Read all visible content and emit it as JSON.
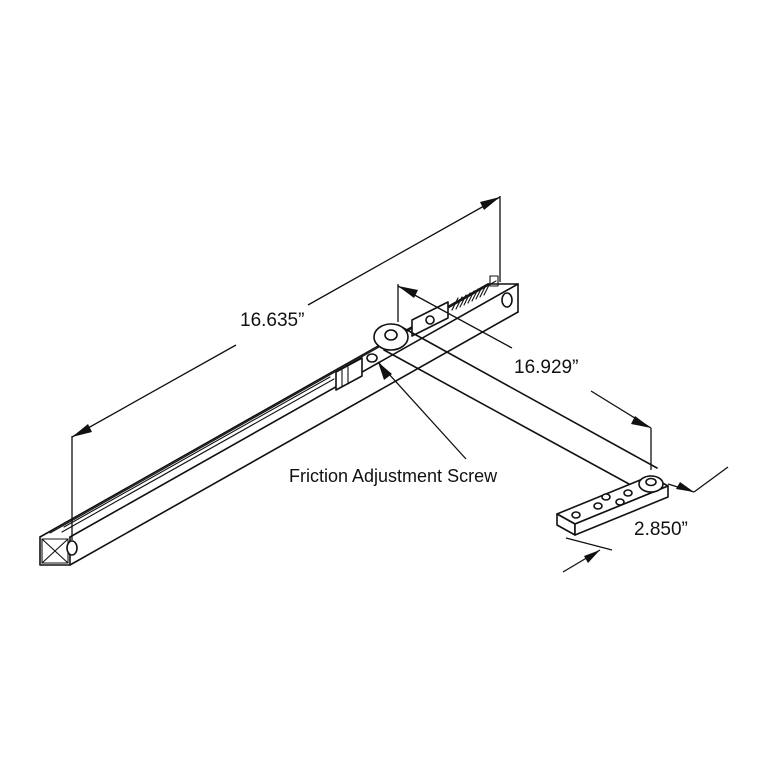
{
  "drawing": {
    "dimensions": {
      "overall_length": "16.635”",
      "arm_length": "16.929”",
      "plate_width": "2.850”"
    },
    "callout": "Friction Adjustment Screw"
  }
}
